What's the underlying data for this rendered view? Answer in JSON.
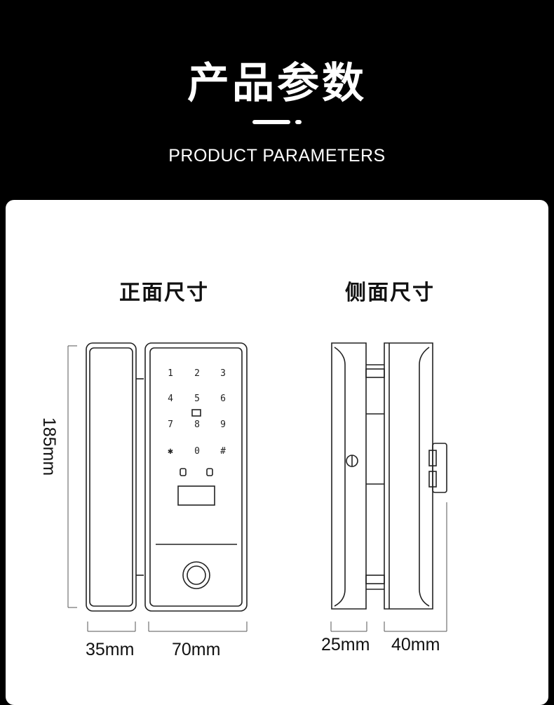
{
  "header": {
    "title_cn": "产品参数",
    "subtitle_en": "PRODUCT PARAMETERS"
  },
  "front_view": {
    "label": "正面尺寸",
    "height_dim": "185mm",
    "width_left_dim": "35mm",
    "width_right_dim": "70mm",
    "keypad": [
      "1",
      "2",
      "3",
      "4",
      "5",
      "6",
      "7",
      "8",
      "9",
      "✱",
      "0",
      "#"
    ]
  },
  "side_view": {
    "label": "侧面尺寸",
    "width_left_dim": "25mm",
    "width_right_dim": "40mm"
  },
  "colors": {
    "background": "#000000",
    "card": "#ffffff",
    "line": "#222222"
  }
}
